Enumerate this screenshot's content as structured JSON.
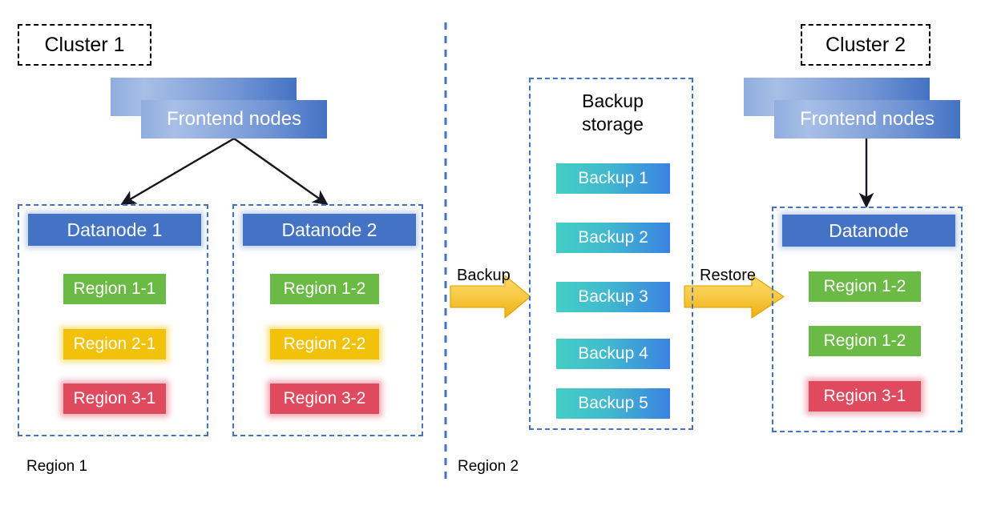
{
  "diagram": {
    "title_cluster1": "Cluster 1",
    "title_cluster2": "Cluster 2",
    "bottom_labels": {
      "left": "Region 1",
      "right": "Region 2"
    },
    "flow_labels": {
      "backup": "Backup",
      "restore": "Restore"
    },
    "colors": {
      "dashed_blue": "#4472c4",
      "datanode_blue": "#4472c4",
      "region_green": "#6aba45",
      "region_yellow": "#f2c109",
      "region_red": "#e04a5e",
      "backup_gradient_start": "#43cfc4",
      "backup_gradient_end": "#3b82e2",
      "arrow_gold": "#f5c242",
      "arrow_black": "#1a1a2e"
    }
  },
  "cluster1": {
    "frontend": {
      "label": "Frontend nodes"
    },
    "datanodes": [
      {
        "header": "Datanode 1",
        "regions": [
          {
            "label": "Region 1-1",
            "color": "green"
          },
          {
            "label": "Region 2-1",
            "color": "yellow"
          },
          {
            "label": "Region 3-1",
            "color": "red"
          }
        ]
      },
      {
        "header": "Datanode 2",
        "regions": [
          {
            "label": "Region 1-2",
            "color": "green"
          },
          {
            "label": "Region 2-2",
            "color": "yellow"
          },
          {
            "label": "Region 3-2",
            "color": "red"
          }
        ]
      }
    ]
  },
  "backup_storage": {
    "title_line1": "Backup",
    "title_line2": "storage",
    "items": [
      {
        "label": "Backup 1"
      },
      {
        "label": "Backup 2"
      },
      {
        "label": "Backup 3"
      },
      {
        "label": "Backup 4"
      },
      {
        "label": "Backup 5"
      }
    ]
  },
  "cluster2": {
    "frontend": {
      "label": "Frontend nodes"
    },
    "datanode": {
      "header": "Datanode",
      "regions": [
        {
          "label": "Region 1-2",
          "color": "green"
        },
        {
          "label": "Region 1-2",
          "color": "green"
        },
        {
          "label": "Region 3-1",
          "color": "red"
        }
      ]
    }
  }
}
